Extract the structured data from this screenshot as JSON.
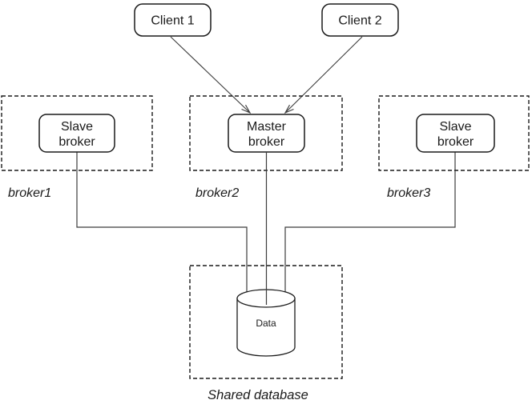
{
  "canvas": {
    "background": "#ffffff",
    "box_stroke_color": "#1a1a1a",
    "connector_color": "#3c3c3c",
    "text_color": "#1a1a1a"
  },
  "clients": [
    {
      "label": "Client 1"
    },
    {
      "label": "Client 2"
    }
  ],
  "broker_groups": [
    {
      "label": "broker1",
      "node": {
        "line1": "Slave",
        "line2": "broker"
      }
    },
    {
      "label": "broker2",
      "node": {
        "line1": "Master",
        "line2": "broker"
      }
    },
    {
      "label": "broker3",
      "node": {
        "line1": "Slave",
        "line2": "broker"
      }
    }
  ],
  "database": {
    "group_label": "Shared database",
    "cylinder_label": "Data"
  }
}
